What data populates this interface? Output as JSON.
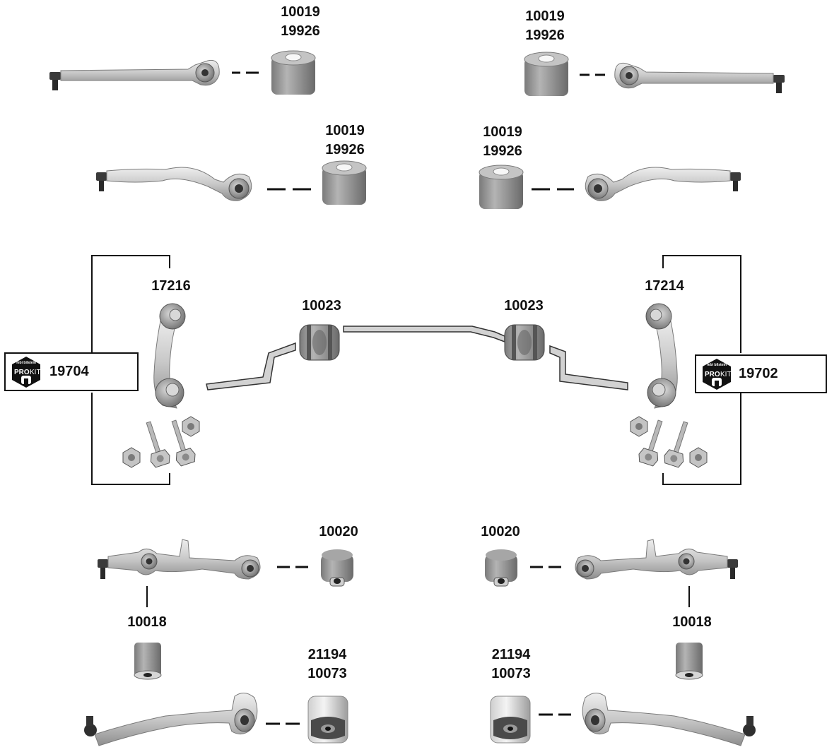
{
  "colors": {
    "metal": "#c9c9c9",
    "metal_dark": "#8a8a8a",
    "rubber": "#9a9a9a",
    "rubber_dark": "#5a5a5a",
    "line": "#111111",
    "logo_bg": "#111111"
  },
  "labels": {
    "top_left_bushing": [
      "10019",
      "19926"
    ],
    "top_right_bushing": [
      "10019",
      "19926"
    ],
    "second_left_bushing": [
      "10019",
      "19926"
    ],
    "second_right_bushing": [
      "10019",
      "19926"
    ],
    "left_link": "17216",
    "right_link": "17214",
    "left_stabilizer_bushing": "10023",
    "right_stabilizer_bushing": "10023",
    "lower_left_bushing": "10020",
    "lower_right_bushing": "10020",
    "lower_left_small": "10018",
    "lower_right_small": "10018",
    "bottom_left_bushing": [
      "21194",
      "10073"
    ],
    "bottom_right_bushing": [
      "21194",
      "10073"
    ]
  },
  "kits": {
    "left": {
      "number": "19704",
      "logo_top": "febi bilstein",
      "logo_main_a": "PRO",
      "logo_main_b": "KIT"
    },
    "right": {
      "number": "19702",
      "logo_top": "febi bilstein",
      "logo_main_a": "PRO",
      "logo_main_b": "KIT"
    }
  },
  "icons": [
    "control-arm-icon",
    "bushing-icon",
    "stabilizer-bar-icon",
    "stabilizer-link-icon",
    "bolt-icon",
    "nut-icon",
    "prokit-logo-icon"
  ]
}
